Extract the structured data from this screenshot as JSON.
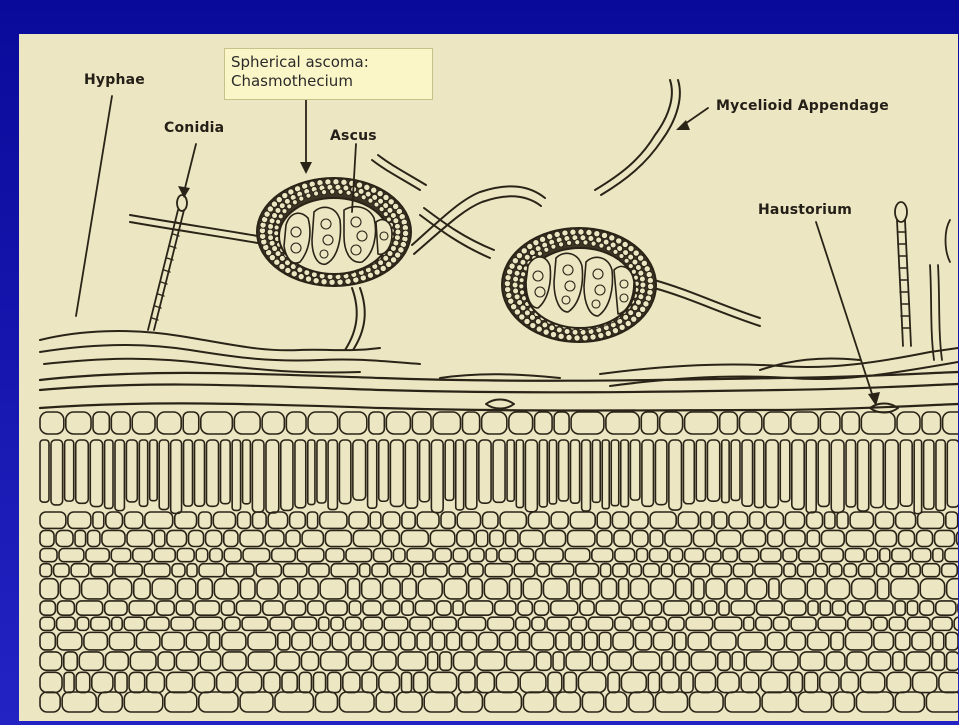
{
  "labels": {
    "hyphae": "Hyphae",
    "conidia": "Conidia",
    "ascus": "Ascus",
    "mycelioid_appendage": "Mycelioid Appendage",
    "haustorium": "Haustorium"
  },
  "callout": {
    "line1": "Spherical ascoma:",
    "line2": "Chasmothecium"
  },
  "colors": {
    "frame": "#1a1aa8",
    "paper": "#ede6c2",
    "ink": "#2a2418",
    "callout_bg": "#fbf6c8"
  }
}
